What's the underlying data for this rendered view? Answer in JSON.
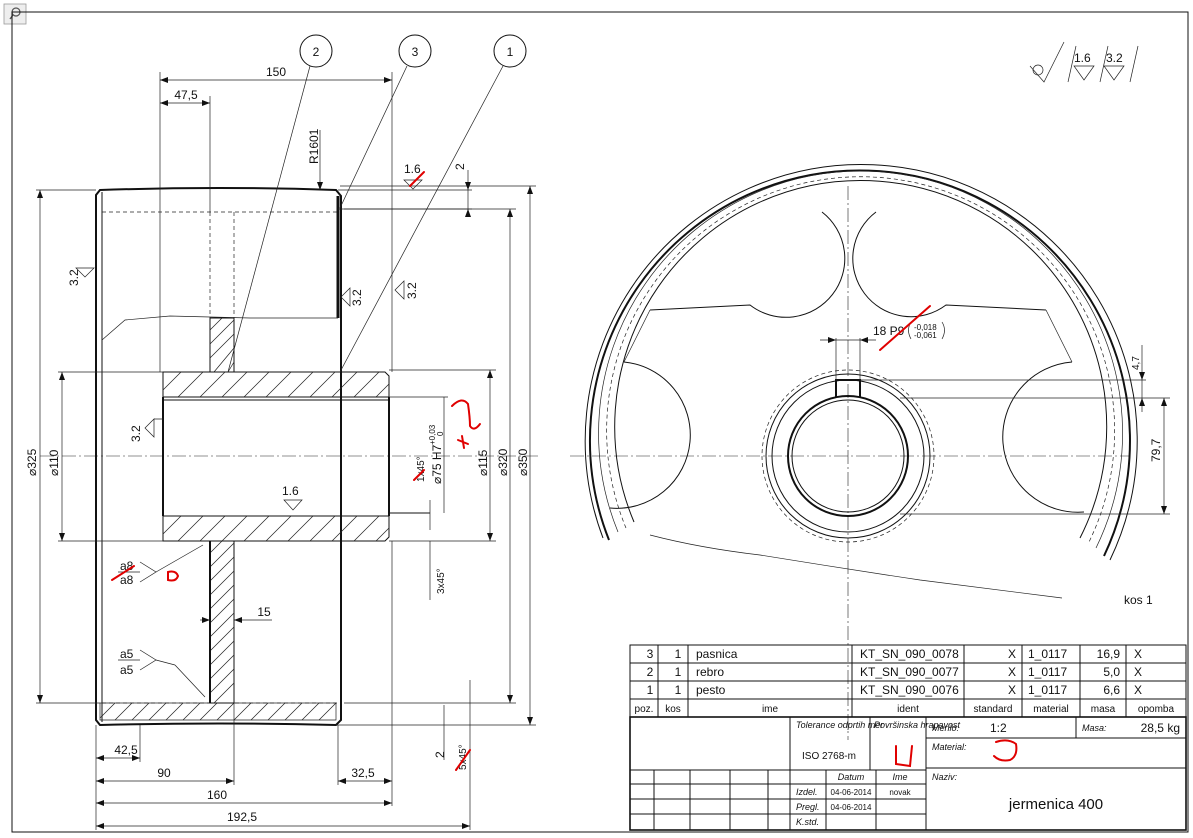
{
  "balloons": [
    "2",
    "3",
    "1"
  ],
  "surface_symbol": {
    "v1": "1.6",
    "v2": "3.2"
  },
  "dims": {
    "d150": "150",
    "d47_5": "47,5",
    "r1601": "R1601",
    "d2_top": "2",
    "rough_16_top": "1.6",
    "rough_32_left": "3.2",
    "rough_32_mid": "3.2",
    "rough_32_right": "3.2",
    "rough_32_bore": "3.2",
    "rough_16_bore": "1.6",
    "d325": "⌀325",
    "d110": "⌀110",
    "d75": "⌀75 H7",
    "d75_tol_up": "+0,03",
    "d75_tol_lo": "0",
    "d115": "⌀115",
    "d320": "⌀320",
    "d350": "⌀350",
    "c1x45": "1x45°",
    "c3x45": "3x45°",
    "weld_a8_1": "a8",
    "weld_a8_2": "a8",
    "weld_a5_1": "a5",
    "weld_a5_2": "a5",
    "d15": "15",
    "d42_5": "42,5",
    "d90": "90",
    "d32_5": "32,5",
    "d160": "160",
    "d192_5": "192,5",
    "d2_bot": "2",
    "c5x45": "5x45°",
    "key": "18 P9",
    "key_tol_up": "-0,018",
    "key_tol_lo": "-0,061",
    "d4_7": "4,7",
    "d79_7": "79,7"
  },
  "view_label": "kos 1",
  "bom": {
    "rows": [
      {
        "poz": "3",
        "kos": "1",
        "ime": "pasnica",
        "ident": "KT_SN_090_0078",
        "standard": "X",
        "material": "1_0117",
        "masa": "16,9",
        "opomba": "X"
      },
      {
        "poz": "2",
        "kos": "1",
        "ime": "rebro",
        "ident": "KT_SN_090_0077",
        "standard": "X",
        "material": "1_0117",
        "masa": "5,0",
        "opomba": "X"
      },
      {
        "poz": "1",
        "kos": "1",
        "ime": "pesto",
        "ident": "KT_SN_090_0076",
        "standard": "X",
        "material": "1_0117",
        "masa": "6,6",
        "opomba": "X"
      }
    ],
    "headers": {
      "poz": "poz.",
      "kos": "kos",
      "ime": "ime",
      "ident": "ident",
      "standard": "standard",
      "material": "material",
      "masa": "masa",
      "opomba": "opomba"
    }
  },
  "title_block": {
    "tol_label": "Tolerance odprtih mer",
    "tol_value": "ISO 2768-m",
    "rough_label": "Površinska hrapavost",
    "scale_label": "Merilo:",
    "scale_value": "1:2",
    "mass_label": "Masa:",
    "mass_value": "28,5 kg",
    "material_label": "Material:",
    "date_header": "Datum",
    "name_header": "Ime",
    "izdel_label": "Izdel.",
    "izdel_date": "04-06-2014",
    "izdel_name": "novak",
    "pregl_label": "Pregl.",
    "pregl_date": "04-06-2014",
    "kstd_label": "K.std.",
    "naziv_label": "Naziv:",
    "naziv_value": "jermenica 400"
  }
}
